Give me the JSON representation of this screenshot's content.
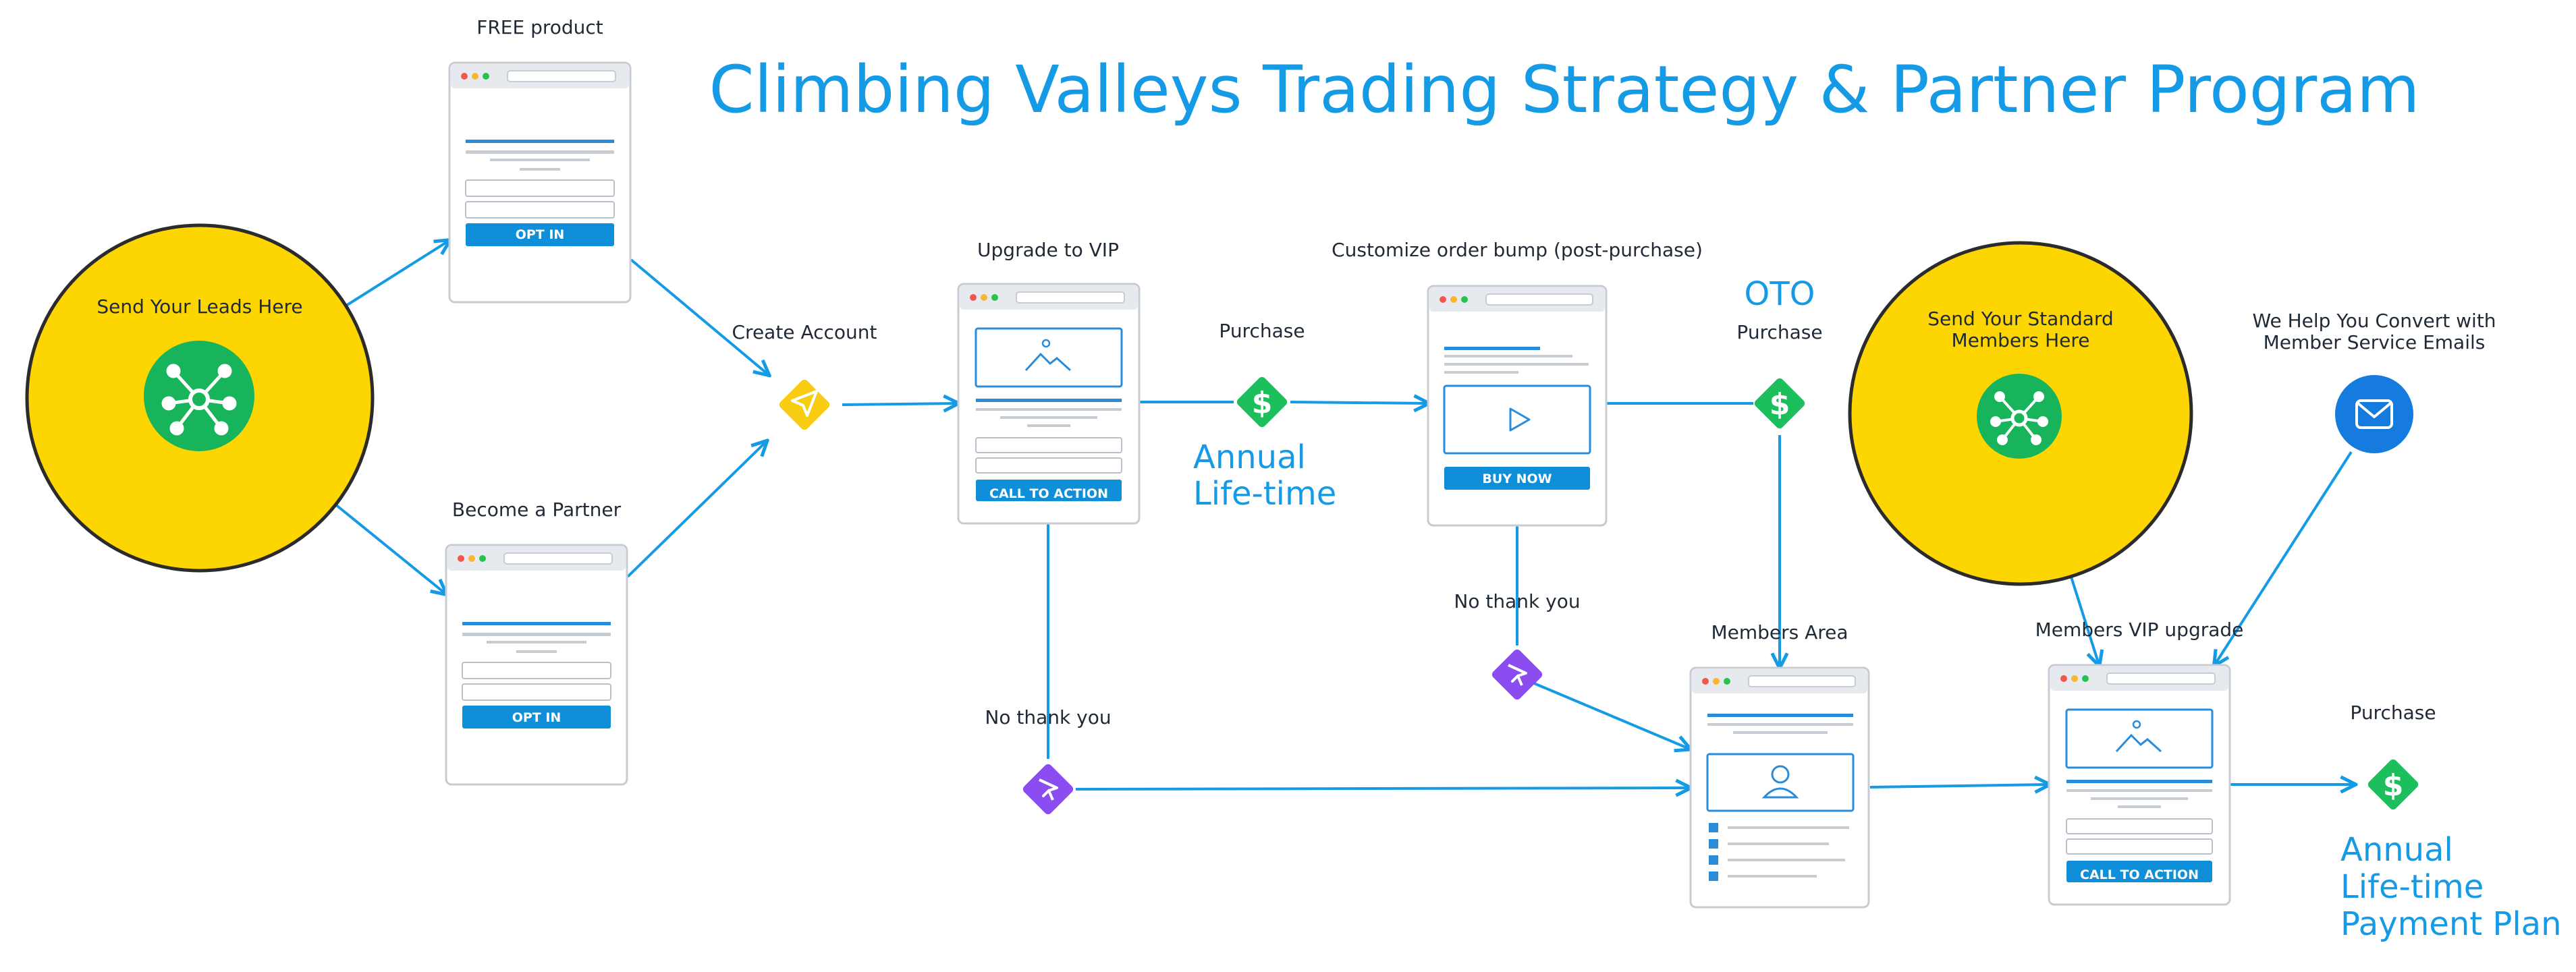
{
  "title": "Climbing Valleys Trading Strategy & Partner Program",
  "colors": {
    "accent": "#159be6",
    "lead_circle": "#fdd500",
    "hub": "#17b45c",
    "purchase": "#1dbf5c",
    "no_thanks": "#8b4cf0",
    "create_account": "#f8cc10",
    "email": "#157bde"
  },
  "sources": {
    "leads": {
      "label": "Send Your Leads Here",
      "icon": "hub-icon"
    },
    "standard_members": {
      "label_line1": "Send Your Standard",
      "label_line2": "Members Here",
      "icon": "hub-icon"
    },
    "emails": {
      "label_line1": "We Help You Convert with",
      "label_line2": "Member Service Emails",
      "icon": "envelope-icon"
    }
  },
  "pages": {
    "free_product": {
      "label": "FREE product",
      "button": "OPT IN"
    },
    "partner": {
      "label": "Become a Partner",
      "button": "OPT IN"
    },
    "upgrade_vip": {
      "label": "Upgrade to VIP",
      "button": "CALL TO ACTION"
    },
    "order_bump": {
      "label": "Customize order bump (post-purchase)",
      "button": "BUY NOW"
    },
    "members_area": {
      "label": "Members Area"
    },
    "members_vip": {
      "label": "Members VIP upgrade",
      "button": "CALL TO ACTION"
    }
  },
  "steps": {
    "create_account": {
      "label": "Create Account"
    },
    "purchase_1": {
      "label": "Purchase",
      "note_line1": "Annual",
      "note_line2": "Life-time"
    },
    "purchase_2": {
      "label": "Purchase",
      "tag": "OTO"
    },
    "no_thanks_1": {
      "label": "No thank you"
    },
    "no_thanks_2": {
      "label": "No thank you"
    },
    "purchase_3": {
      "label": "Purchase",
      "note_line1": "Annual",
      "note_line2": "Life-time",
      "note_line3": "Payment Plan"
    }
  }
}
